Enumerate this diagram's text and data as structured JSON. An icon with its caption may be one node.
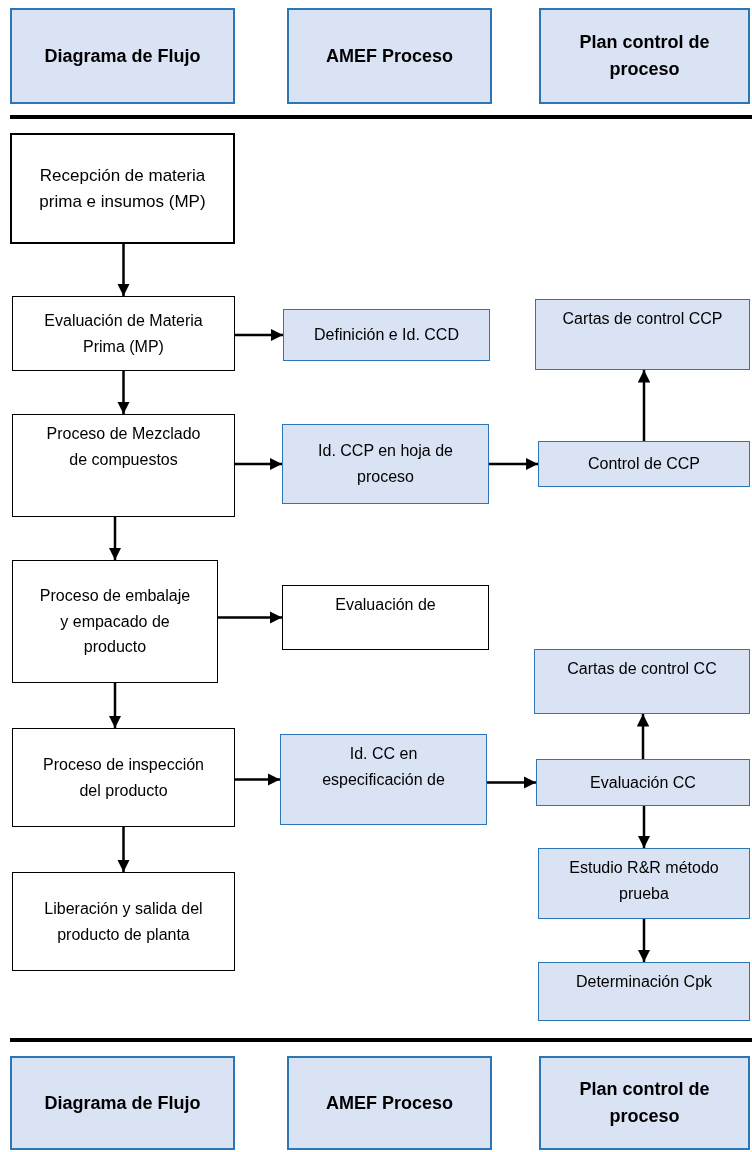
{
  "diagram": {
    "nodes": [
      {
        "text": [
          "Diagrama de Flujo"
        ]
      },
      {
        "text": [
          "AMEF Proceso"
        ]
      },
      {
        "text": [
          "Plan control de proceso"
        ]
      },
      {
        "text": [
          "Recepción de materia prima e insumos (MP)"
        ]
      },
      {
        "text": [
          "Evaluación de Materia Prima (MP)"
        ]
      },
      {
        "text": [
          "Definición e Id. CCD"
        ]
      },
      {
        "text": [
          "Cartas de control CCP"
        ]
      },
      {
        "text": [
          "Proceso de Mezclado de compuestos"
        ]
      },
      {
        "text": [
          "Id. CCP en hoja de proceso"
        ]
      },
      {
        "text": [
          "Control de CCP"
        ]
      },
      {
        "text": [
          "Proceso de embalaje y empacado de producto"
        ]
      },
      {
        "text": [
          "Evaluación de"
        ]
      },
      {
        "text": [
          "Cartas de control CC"
        ]
      },
      {
        "text": [
          "Proceso de inspección del producto"
        ]
      },
      {
        "text": [
          "Id. CC en especificación de"
        ]
      },
      {
        "text": [
          "Evaluación CC"
        ]
      },
      {
        "text": [
          "Liberación y salida del producto de planta"
        ]
      },
      {
        "text": [
          "Estudio R&R método prueba"
        ]
      },
      {
        "text": [
          "Determinación Cpk"
        ]
      },
      {
        "text": [
          "Diagrama de Flujo"
        ]
      },
      {
        "text": [
          "AMEF Proceso"
        ]
      },
      {
        "text": [
          "Plan control de proceso"
        ]
      }
    ],
    "edges": [
      {
        "from": 3,
        "to": 4,
        "arrow": "to"
      },
      {
        "from": 4,
        "to": 5,
        "arrow": "to"
      },
      {
        "from": 4,
        "to": 7,
        "arrow": "to"
      },
      {
        "from": 7,
        "to": 8,
        "arrow": "to"
      },
      {
        "from": 8,
        "to": 9,
        "arrow": "to"
      },
      {
        "from": 9,
        "to": 6,
        "arrow": "to"
      },
      {
        "from": 7,
        "to": 10,
        "arrow": "to"
      },
      {
        "from": 10,
        "to": 11,
        "arrow": "to"
      },
      {
        "from": 10,
        "to": 13,
        "arrow": "to"
      },
      {
        "from": 13,
        "to": 14,
        "arrow": "to"
      },
      {
        "from": 14,
        "to": 15,
        "arrow": "to"
      },
      {
        "from": 15,
        "to": 12,
        "arrow": "to"
      },
      {
        "from": 15,
        "to": 17,
        "arrow": "to"
      },
      {
        "from": 13,
        "to": 16,
        "arrow": "to"
      },
      {
        "from": 17,
        "to": 18,
        "arrow": "to"
      }
    ]
  }
}
